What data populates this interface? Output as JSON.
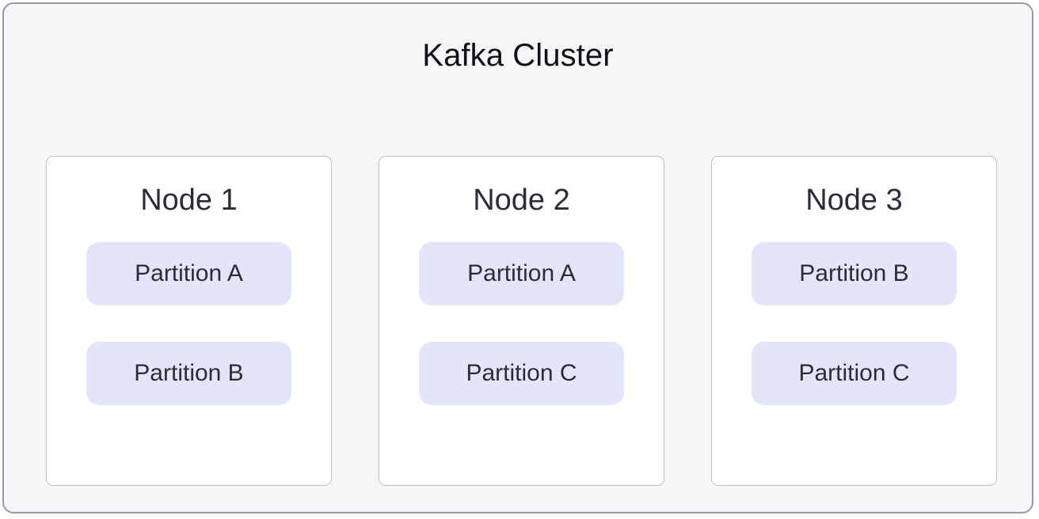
{
  "diagram": {
    "title": "Kafka Cluster",
    "colors": {
      "page_background": "#ffffff",
      "cluster_background": "#f5f6f8",
      "cluster_border": "#9a9aa3",
      "node_background": "#ffffff",
      "node_border": "#c0c0c6",
      "partition_background": "#e3e6fb",
      "title_text": "#101114",
      "body_text": "#2b2d36"
    },
    "nodes": [
      {
        "label": "Node 1",
        "partitions": [
          {
            "label": "Partition A"
          },
          {
            "label": "Partition B"
          }
        ]
      },
      {
        "label": "Node 2",
        "partitions": [
          {
            "label": "Partition A"
          },
          {
            "label": "Partition C"
          }
        ]
      },
      {
        "label": "Node 3",
        "partitions": [
          {
            "label": "Partition B"
          },
          {
            "label": "Partition C"
          }
        ]
      }
    ]
  }
}
